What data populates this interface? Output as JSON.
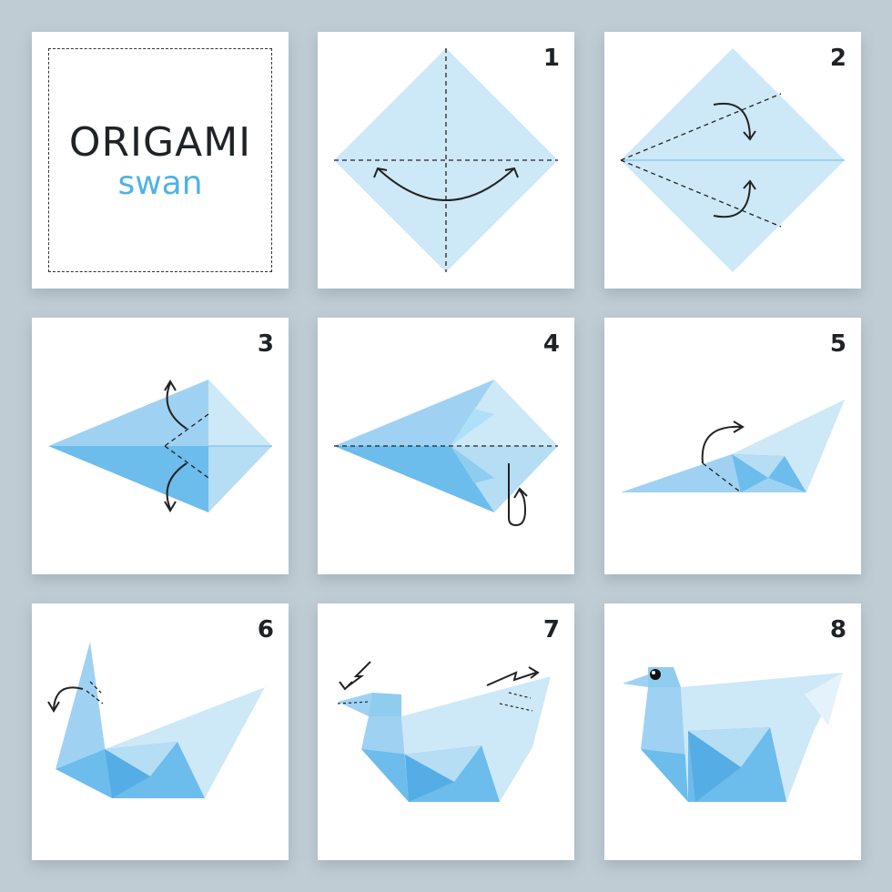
{
  "title": {
    "main": "ORIGAMI",
    "sub": "swan"
  },
  "steps": [
    "1",
    "2",
    "3",
    "4",
    "5",
    "6",
    "7",
    "8"
  ],
  "colors": {
    "background": "#c0ccd3",
    "paper_light": "#cde8f7",
    "paper_mid": "#9fd2f2",
    "paper_dark": "#6cbcec",
    "paper_deep": "#55ade6",
    "subtitle": "#4fb3e6"
  }
}
